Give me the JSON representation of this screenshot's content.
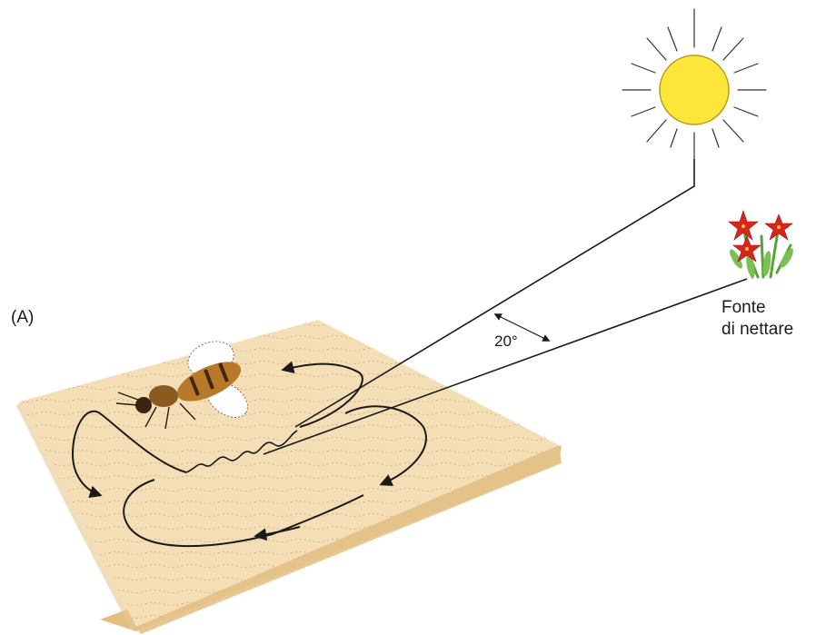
{
  "figure": {
    "panel_label": "(A)",
    "nectar_source": [
      "Fonte",
      "di nettare"
    ],
    "angle_label": "20°"
  },
  "colors": {
    "sun_fill": "#fde63a",
    "sun_outline": "#b89a1a",
    "wood_top": "#f3deb6",
    "wood_edge": "#e7c78e",
    "flower_red": "#d9251c",
    "stem_green": "#5aa33a",
    "line": "#1a1a1a"
  },
  "icons": [
    "sun-icon",
    "bee-icon",
    "flower-icon",
    "honeycomb-board",
    "waggle-dance-path"
  ]
}
